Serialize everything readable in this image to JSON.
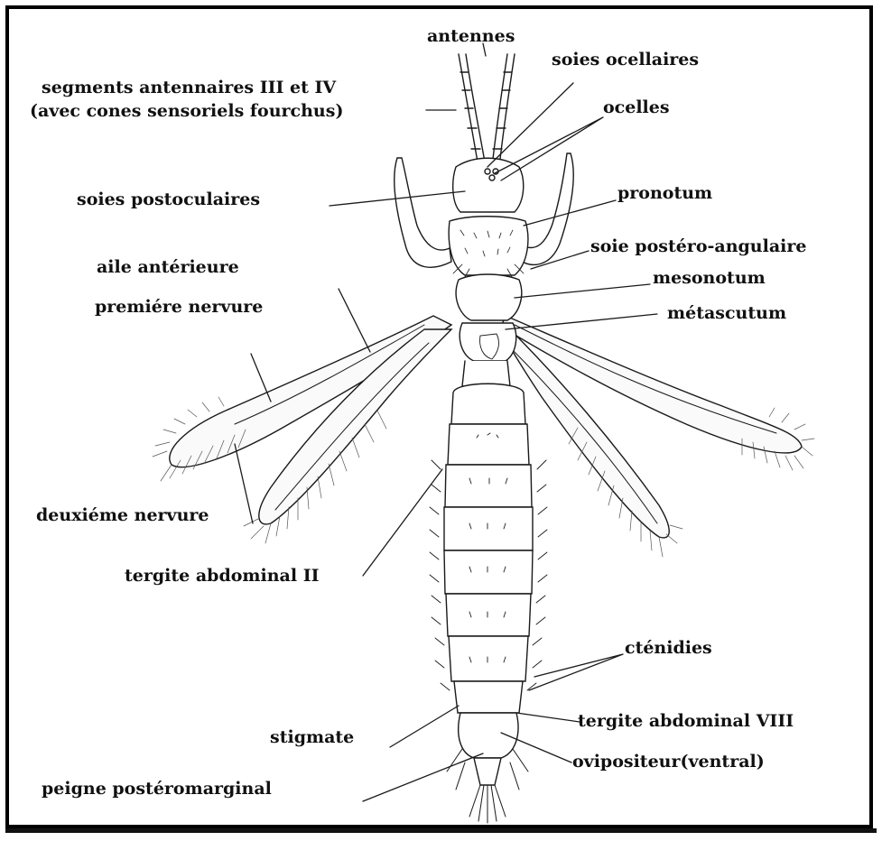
{
  "colors": {
    "ink": "#1a1a1a",
    "frame": "#000000",
    "background": "#ffffff"
  },
  "labels": {
    "antennes": "antennes",
    "soies_ocellaires": "soies ocellaires",
    "segments_line1": "segments antennaires III et IV",
    "segments_line2": "(avec cones sensoriels fourchus)",
    "ocelles": "ocelles",
    "soies_postoculaires": "soies postoculaires",
    "pronotum": "pronotum",
    "soie_postero_angulaire": "soie postéro-angulaire",
    "aile_anterieure": "aile antérieure",
    "mesonotum": "mesonotum",
    "premiere_nervure": "premiére nervure",
    "metascutum": "métascutum",
    "deuxieme_nervure": "deuxiéme nervure",
    "tergite_II": "tergite abdominal II",
    "ctenidies": "cténidies",
    "stigmate": "stigmate",
    "tergite_VIII": "tergite abdominal VIII",
    "peigne": "peigne postéromarginal",
    "ovipositeur": "ovipositeur(ventral)"
  }
}
